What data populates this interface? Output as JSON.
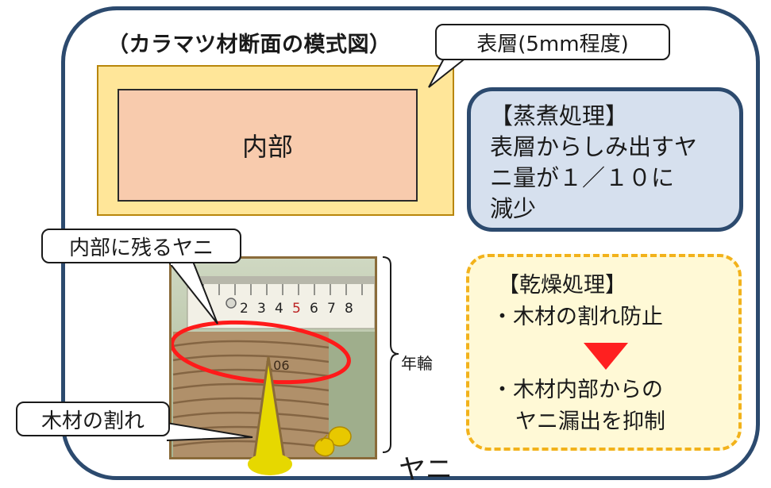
{
  "diagram": {
    "title": "（カラマツ材断面の模式図）",
    "surface_callout": "表層(5mm程度)",
    "interior_label": "内部",
    "steam_box": {
      "title": "【蒸煮処理】",
      "lines": [
        "表層からしみ出すヤ",
        "ニ量が１／１０に",
        "減少"
      ]
    },
    "dry_box": {
      "title": "【乾燥処理】",
      "item1": "・木材の割れ防止",
      "item2_line1": "・木材内部からの",
      "item2_line2": "ヤニ漏出を抑制"
    },
    "resin_inside_callout": "内部に残るヤニ",
    "crack_callout": "木材の割れ",
    "ring_label": "年輪",
    "resin_label": "ヤニ",
    "photo_ruler_digits": [
      "2",
      "3",
      "4",
      "5",
      "6",
      "7",
      "8"
    ],
    "photo_marking": "106"
  },
  "colors": {
    "frame": "#2c4a6e",
    "surface_layer": "#ffe699",
    "interior": "#f8cbad",
    "steam_fill": "#d6e0ee",
    "dry_border": "#f2b21b",
    "dry_fill": "#fff9d6",
    "arrow": "#ff2020",
    "resin": "#e6d800",
    "ellipse": "#ff1a1a"
  }
}
